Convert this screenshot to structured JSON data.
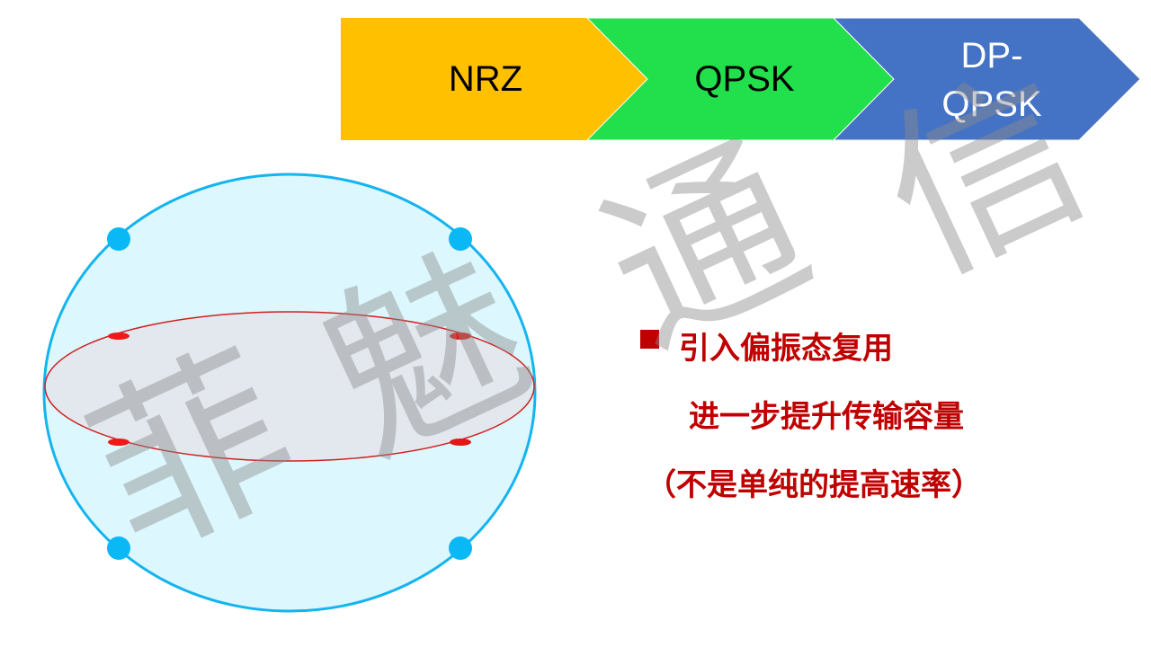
{
  "process": {
    "steps": [
      {
        "label": "NRZ",
        "color": "#ffc000",
        "text_color": "#000000"
      },
      {
        "label": "QPSK",
        "color": "#22e04b",
        "text_color": "#000000"
      },
      {
        "label_line1": "DP-",
        "label_line2": "QPSK",
        "color": "#4472c4",
        "text_color": "#ffffff"
      }
    ]
  },
  "bullets": {
    "line1": "引入偏振态复用",
    "line2": "进一步提升传输容量",
    "line3": "（不是单纯的提高速率）",
    "color": "#c00000"
  },
  "watermark": [
    "菲",
    "魅",
    "通",
    "信"
  ]
}
